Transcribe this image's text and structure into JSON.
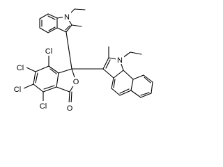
{
  "atom_labels": {
    "n_top": "N",
    "n_right": "N",
    "o_ring": "O",
    "o_carbonyl": "O",
    "cl_1": "Cl",
    "cl_2": "Cl",
    "cl_3": "Cl",
    "cl_4": "Cl"
  },
  "colors": {
    "bond": "#000000",
    "background": "#ffffff"
  }
}
